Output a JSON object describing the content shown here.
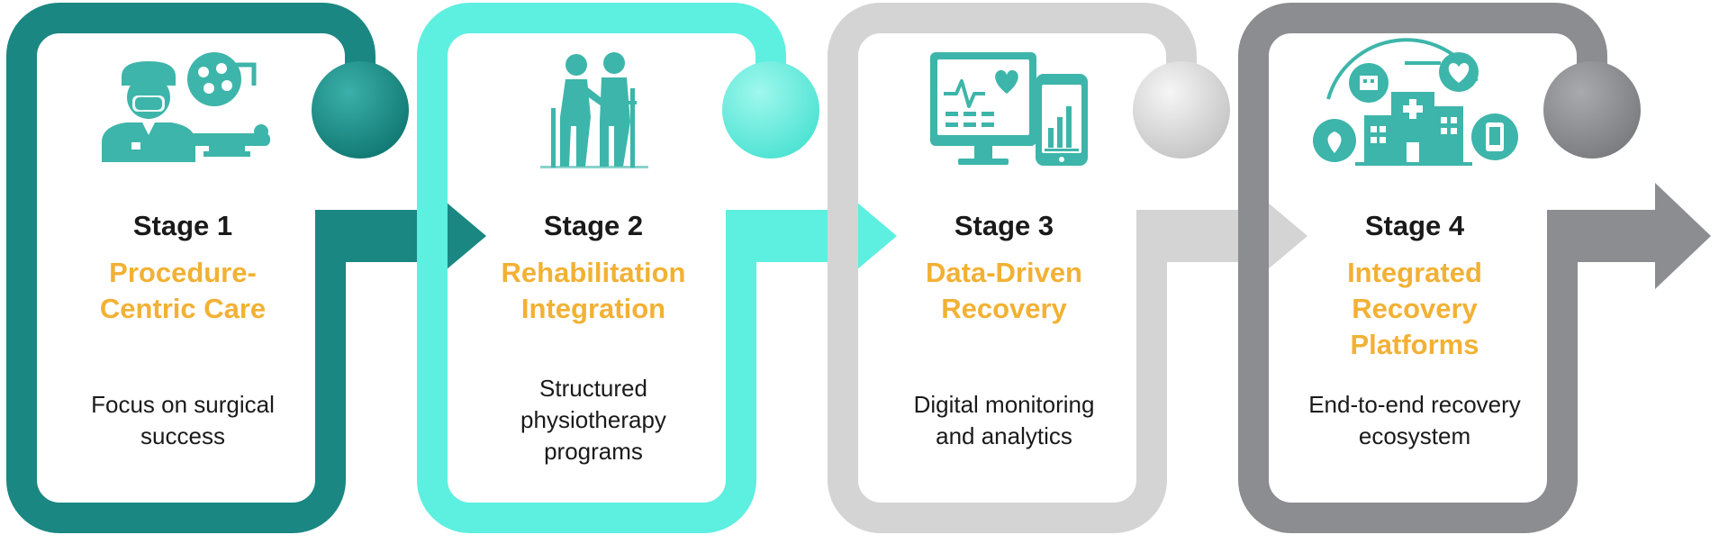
{
  "colors": {
    "title_accent": "#F2B134",
    "stage1": "#1A8782",
    "stage2": "#5DEFE0",
    "stage3": "#D4D4D4",
    "stage4": "#8C8D90",
    "icon": "#3DB5AA"
  },
  "stages": [
    {
      "label": "Stage 1",
      "title_lines": [
        "Procedure-",
        "Centric Care"
      ],
      "desc_lines": [
        "Focus on surgical",
        "success"
      ],
      "icon": "surgeon-operating-room-icon"
    },
    {
      "label": "Stage 2",
      "title_lines": [
        "Rehabilitation",
        "Integration"
      ],
      "desc_lines": [
        "Structured",
        "physiotherapy",
        "programs"
      ],
      "icon": "physiotherapy-assist-icon"
    },
    {
      "label": "Stage 3",
      "title_lines": [
        "Data-Driven",
        "Recovery"
      ],
      "desc_lines": [
        "Digital monitoring",
        "and analytics"
      ],
      "icon": "digital-monitoring-icon"
    },
    {
      "label": "Stage 4",
      "title_lines": [
        "Integrated",
        "Recovery",
        "Platforms"
      ],
      "desc_lines": [
        "End-to-end recovery",
        "ecosystem"
      ],
      "icon": "integrated-ecosystem-icon"
    }
  ]
}
